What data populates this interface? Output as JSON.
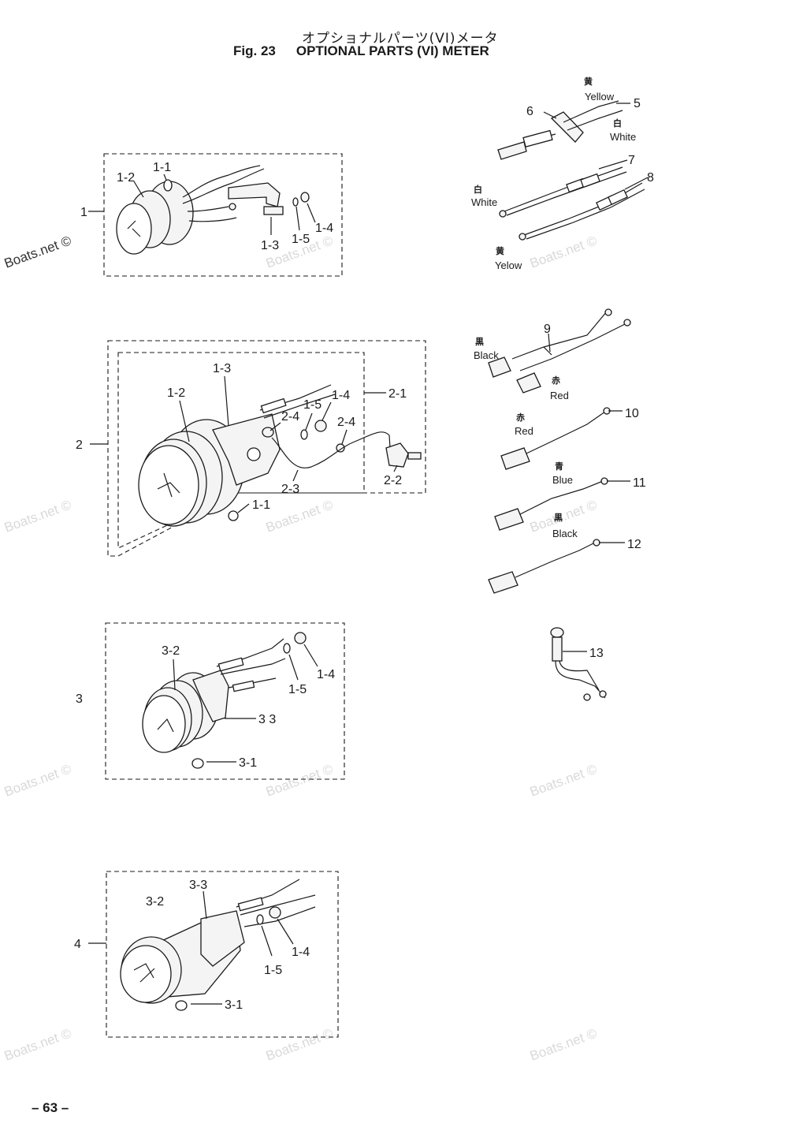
{
  "header": {
    "title_jp": "オプショナルパーツ(VI)メータ",
    "fig_label": "Fig. 23",
    "title_en": "OPTIONAL PARTS (VI) METER"
  },
  "callouts": {
    "a1": "1",
    "a1_1": "1-1",
    "a1_2": "1-2",
    "a1_3": "1-3",
    "a1_4": "1-4",
    "a1_5": "1-5",
    "a2": "2",
    "a2_1": "2-1",
    "a2_2": "2-2",
    "a2_3": "2-3",
    "a2_4a": "2-4",
    "a2_4b": "2-4",
    "a2_12": "1-2",
    "a2_13": "1-3",
    "a2_14": "1-4",
    "a2_15": "1-5",
    "a2_11": "1-1",
    "a3": "3",
    "a3_2": "3-2",
    "a3_3": "3 3",
    "a3_1": "3-1",
    "a3_14": "1-4",
    "a3_15": "1-5",
    "a4": "4",
    "a4_32": "3-2",
    "a4_33": "3-3",
    "a4_14": "1-4",
    "a4_15": "1-5",
    "a4_31": "3-1",
    "p5": "5",
    "p6": "6",
    "p7": "7",
    "p8": "8",
    "p9": "9",
    "p10": "10",
    "p11": "11",
    "p12": "12",
    "p13": "13"
  },
  "wire_colors": {
    "yellow_kanji": "黄",
    "yellow": "Yellow",
    "white_kanji": "白",
    "white": "White",
    "white2_kanji": "白",
    "white2": "White",
    "yelow_kanji": "黄",
    "yelow": "Yelow",
    "black_kanji": "黒",
    "black": "Black",
    "red_kanji": "赤",
    "red": "Red",
    "red2_kanji": "赤",
    "red2": "Red",
    "blue_kanji": "青",
    "blue": "Blue",
    "black2_kanji": "黒",
    "black2": "Black"
  },
  "watermark": "Boats.net ©",
  "page_number": "– 63 –"
}
